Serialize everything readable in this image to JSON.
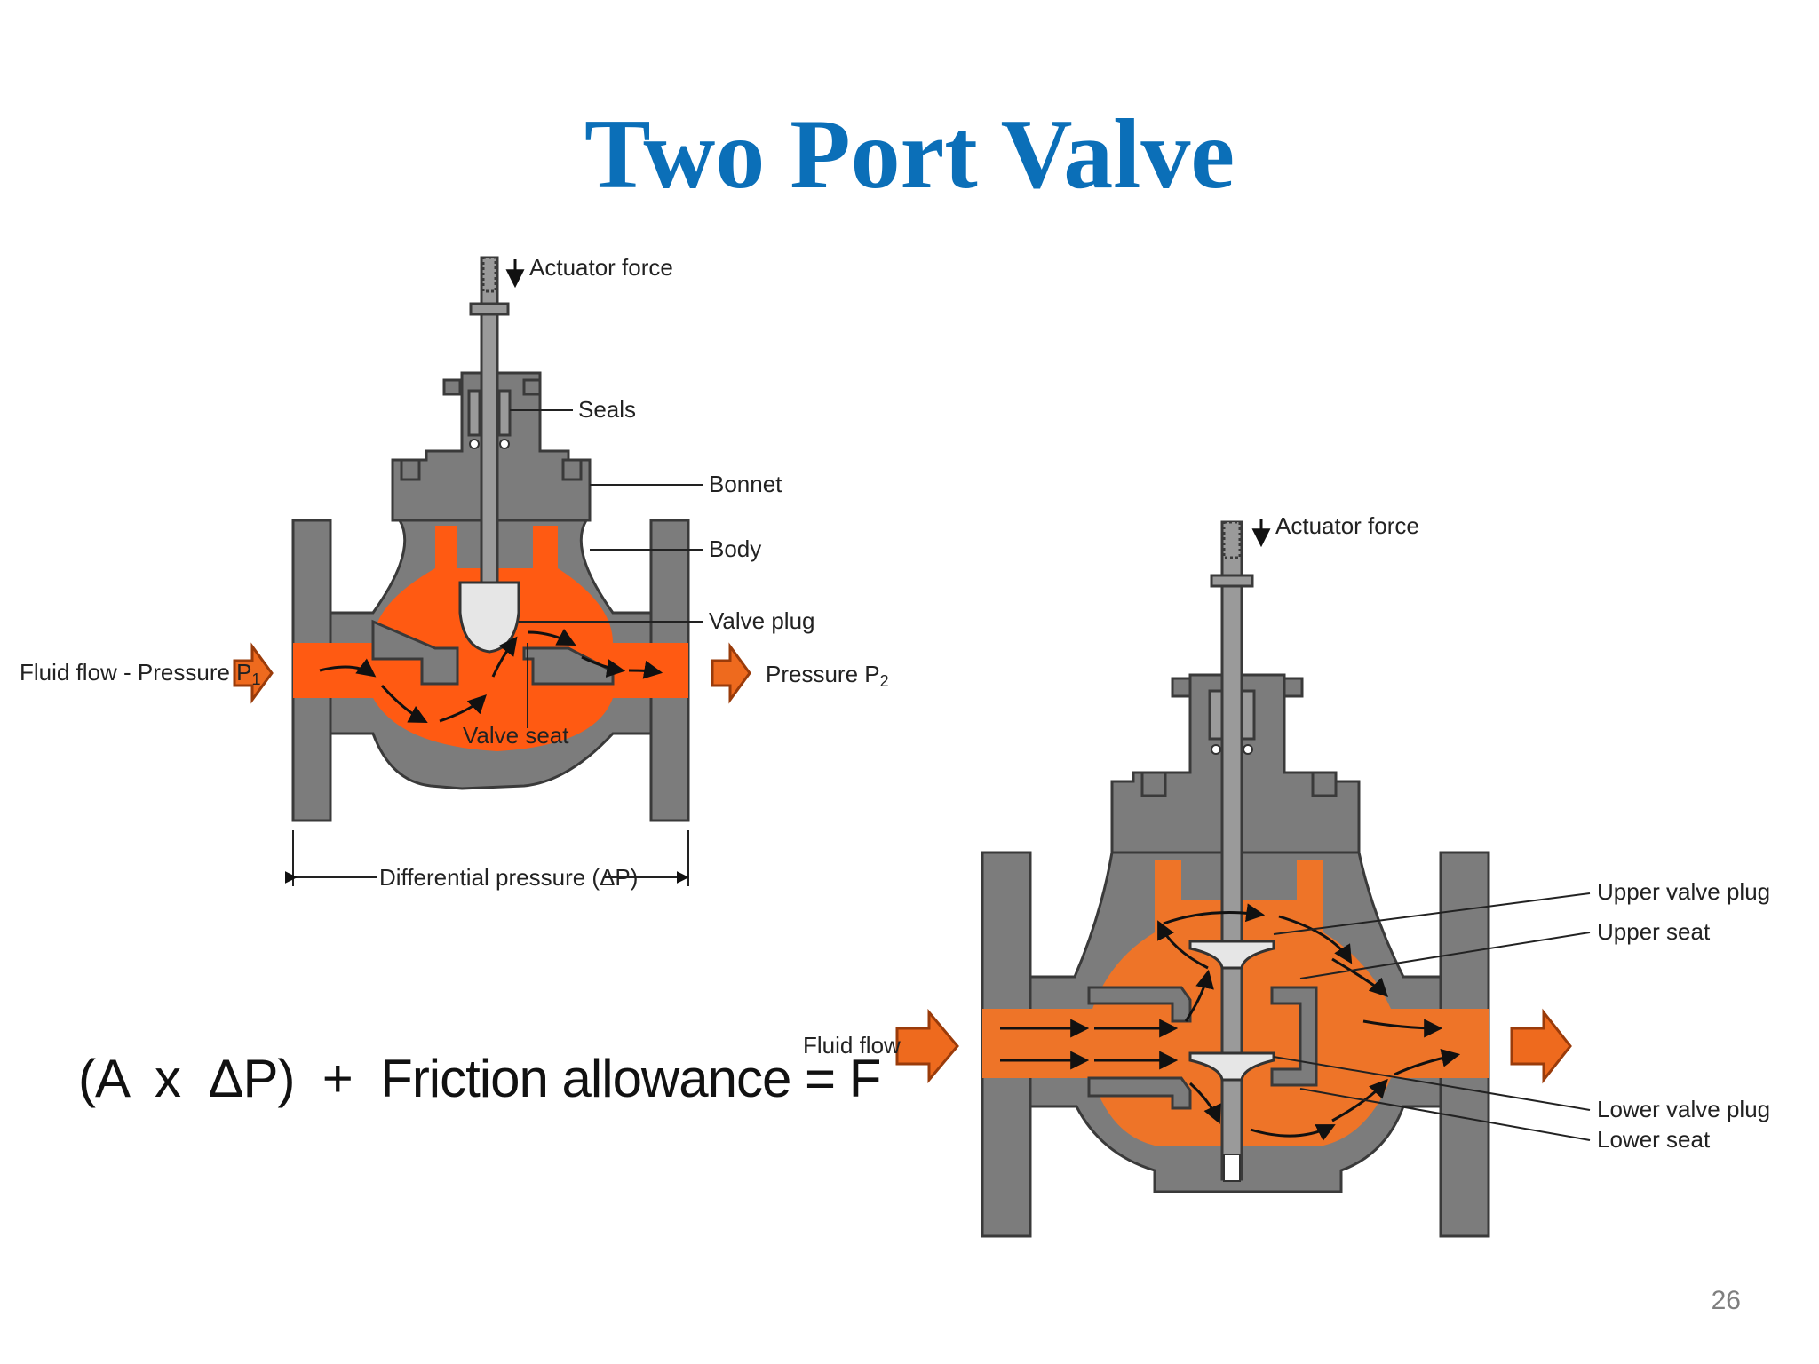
{
  "slide": {
    "title": "Two Port Valve",
    "page_number": "26",
    "formula": "(A  x  ΔP)  +  Friction allowance = F"
  },
  "diagram_left": {
    "labels": {
      "actuator_force": "Actuator force",
      "seals": "Seals",
      "bonnet": "Bonnet",
      "body": "Body",
      "valve_plug": "Valve plug",
      "inlet": "Fluid flow - Pressure P",
      "inlet_sub": "1",
      "outlet": "Pressure P",
      "outlet_sub": "2",
      "valve_seat": "Valve seat",
      "differential_pressure": "Differential pressure (ΔP)"
    }
  },
  "diagram_right": {
    "labels": {
      "actuator_force": "Actuator force",
      "fluid_flow": "Fluid flow",
      "upper_valve_plug": "Upper valve plug",
      "upper_seat": "Upper seat",
      "lower_valve_plug": "Lower valve plug",
      "lower_seat": "Lower seat"
    }
  },
  "colors": {
    "title": "#0b6fb8",
    "metal": "#7c7c7c",
    "fluid_left": "#ff5a12",
    "fluid_right": "#ee7428"
  }
}
